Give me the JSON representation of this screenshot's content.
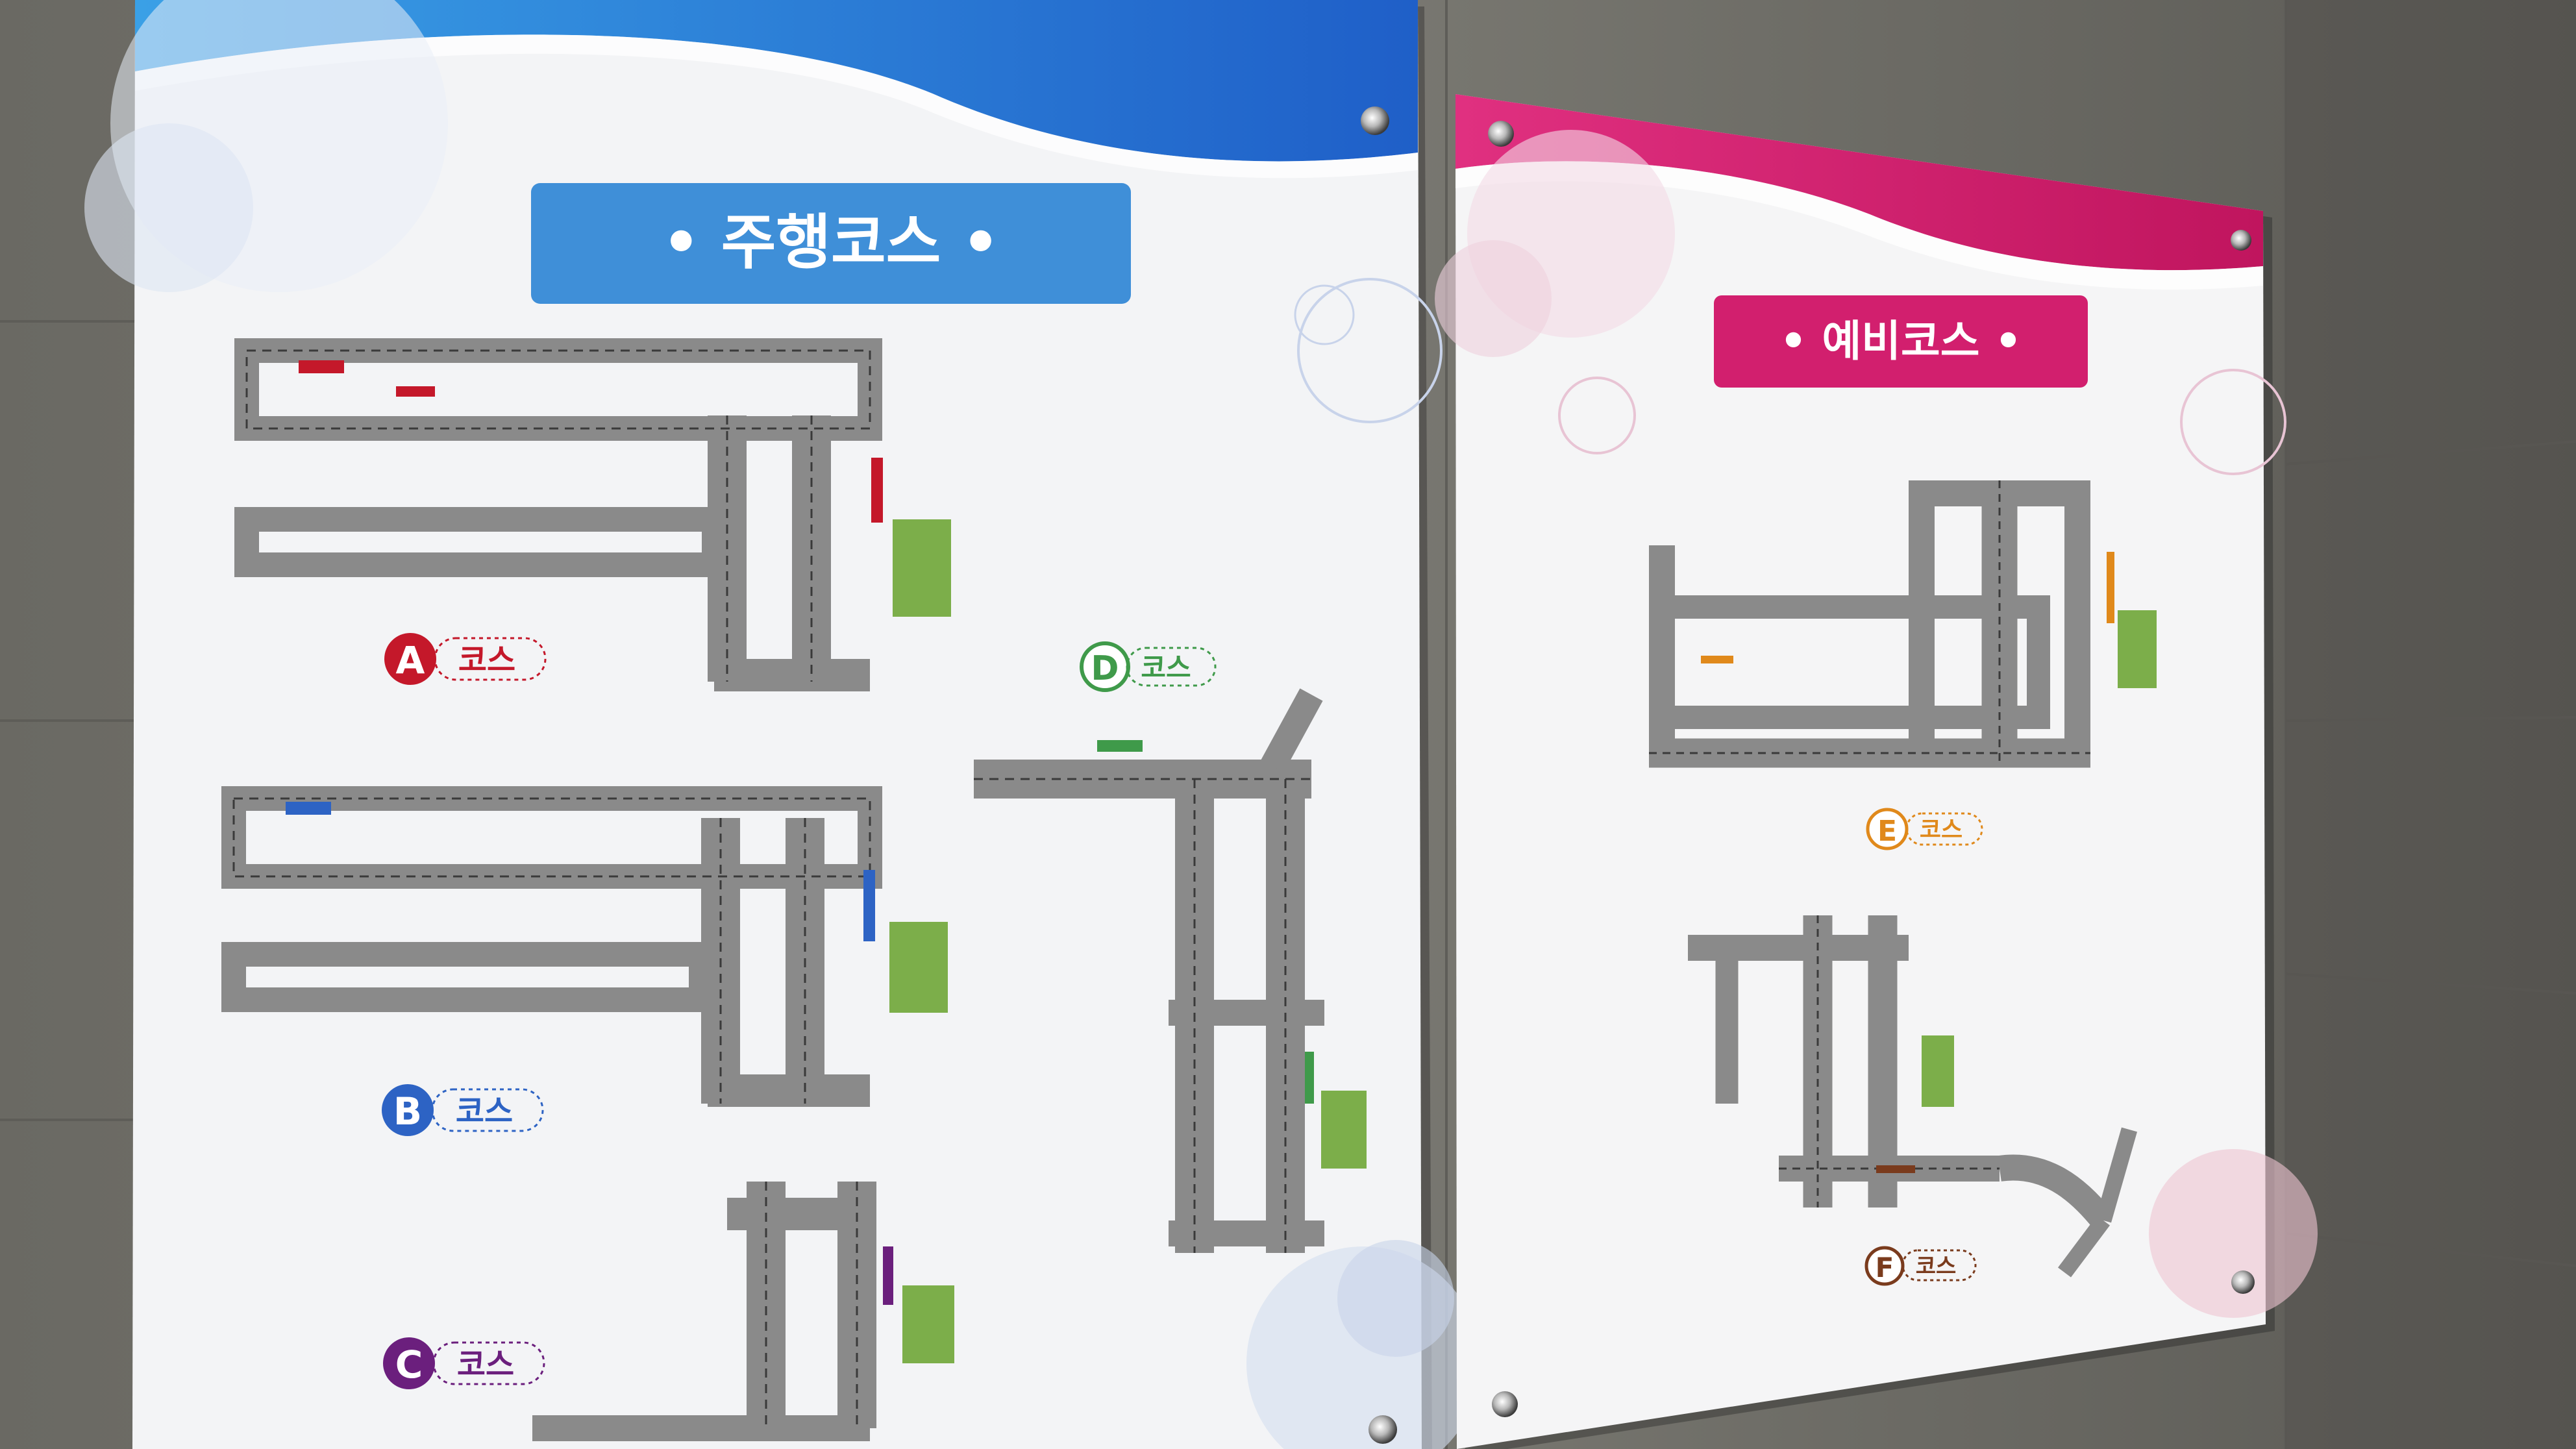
{
  "colors": {
    "wall": "#77766f",
    "wall_dark": "#4e4d48",
    "board": "#f4f5f6",
    "blue_accent": "#3f8fd8",
    "pink_accent": "#d21f6e",
    "course_a": "#c4182a",
    "course_b": "#2d63c4",
    "course_c": "#6b1f7d",
    "course_d": "#3f9a4a",
    "course_e": "#e0891b",
    "course_f": "#7a3b1d",
    "road": "#8a8a8a",
    "road_line": "#3a3a3a"
  },
  "left_board": {
    "title": "• 주행코스 •",
    "courses": [
      {
        "letter": "A",
        "label": "코스",
        "color_key": "course_a"
      },
      {
        "letter": "B",
        "label": "코스",
        "color_key": "course_b"
      },
      {
        "letter": "C",
        "label": "코스",
        "color_key": "course_c"
      },
      {
        "letter": "D",
        "label": "코스",
        "color_key": "course_d"
      }
    ]
  },
  "right_board": {
    "title": "• 예비코스 •",
    "courses": [
      {
        "letter": "E",
        "label": "코스",
        "color_key": "course_e"
      },
      {
        "letter": "F",
        "label": "코스",
        "color_key": "course_f"
      }
    ]
  }
}
